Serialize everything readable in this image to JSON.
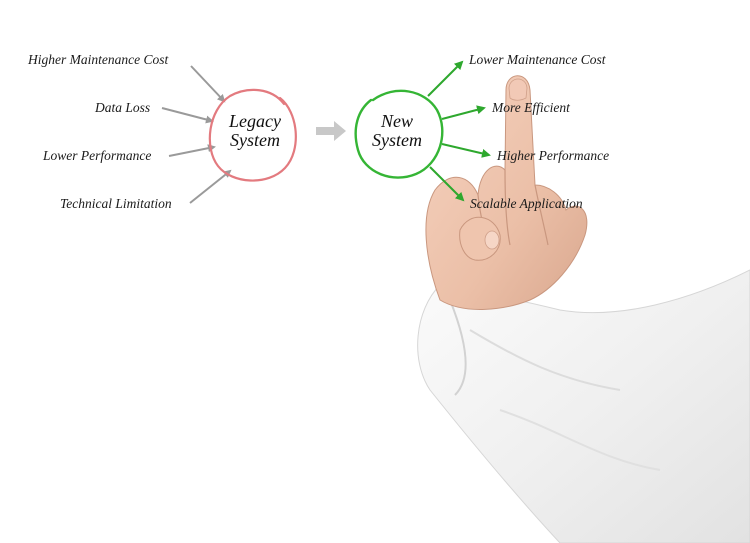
{
  "legacy": {
    "title_line1": "Legacy",
    "title_line2": "System",
    "inputs": [
      "Higher Maintenance Cost",
      "Data Loss",
      "Lower Performance",
      "Technical Limitation"
    ]
  },
  "new": {
    "title_line1": "New",
    "title_line2": "System",
    "outputs": [
      "Lower Maintenance Cost",
      "More Efficient",
      "Higher Performance",
      "Scalable Application"
    ]
  },
  "colors": {
    "legacy_circle": "#e37a7f",
    "new_circle": "#35b535",
    "gray_arrow": "#9a9a9a",
    "green_arrow": "#2ea82e",
    "transition_arrow": "#c8c8c8"
  }
}
